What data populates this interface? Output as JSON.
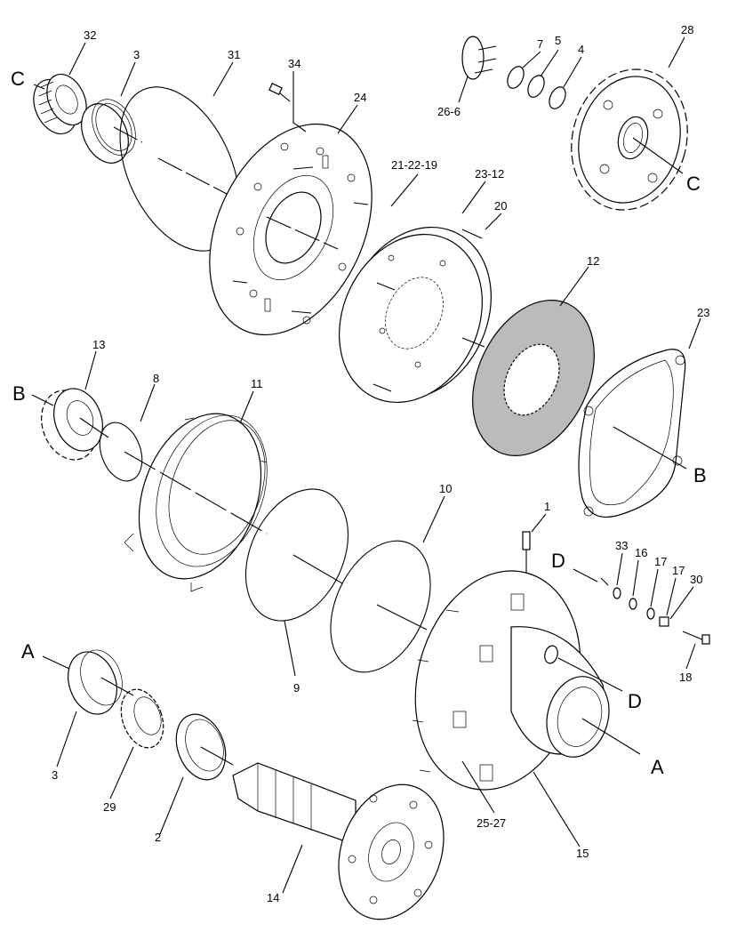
{
  "diagram": {
    "callouts": [
      {
        "id": "32",
        "text": "32"
      },
      {
        "id": "3a",
        "text": "3"
      },
      {
        "id": "31",
        "text": "31"
      },
      {
        "id": "34",
        "text": "34"
      },
      {
        "id": "24",
        "text": "24"
      },
      {
        "id": "7",
        "text": "7"
      },
      {
        "id": "5",
        "text": "5"
      },
      {
        "id": "4",
        "text": "4"
      },
      {
        "id": "28",
        "text": "28"
      },
      {
        "id": "26-6",
        "text": "26-6"
      },
      {
        "id": "21-22-19",
        "text": "21-22-19"
      },
      {
        "id": "23-12",
        "text": "23-12"
      },
      {
        "id": "20",
        "text": "20"
      },
      {
        "id": "12",
        "text": "12"
      },
      {
        "id": "23",
        "text": "23"
      },
      {
        "id": "13",
        "text": "13"
      },
      {
        "id": "8",
        "text": "8"
      },
      {
        "id": "11",
        "text": "11"
      },
      {
        "id": "10",
        "text": "10"
      },
      {
        "id": "1",
        "text": "1"
      },
      {
        "id": "33",
        "text": "33"
      },
      {
        "id": "16",
        "text": "16"
      },
      {
        "id": "17a",
        "text": "17"
      },
      {
        "id": "17b",
        "text": "17"
      },
      {
        "id": "30",
        "text": "30"
      },
      {
        "id": "18",
        "text": "18"
      },
      {
        "id": "9",
        "text": "9"
      },
      {
        "id": "3b",
        "text": "3"
      },
      {
        "id": "29",
        "text": "29"
      },
      {
        "id": "2",
        "text": "2"
      },
      {
        "id": "14",
        "text": "14"
      },
      {
        "id": "25-27",
        "text": "25-27"
      },
      {
        "id": "15",
        "text": "15"
      }
    ],
    "reference_letters": [
      {
        "id": "C1",
        "text": "C"
      },
      {
        "id": "C2",
        "text": "C"
      },
      {
        "id": "B1",
        "text": "B"
      },
      {
        "id": "B2",
        "text": "B"
      },
      {
        "id": "A1",
        "text": "A"
      },
      {
        "id": "A2",
        "text": "A"
      },
      {
        "id": "D1",
        "text": "D"
      },
      {
        "id": "D2",
        "text": "D"
      }
    ]
  }
}
